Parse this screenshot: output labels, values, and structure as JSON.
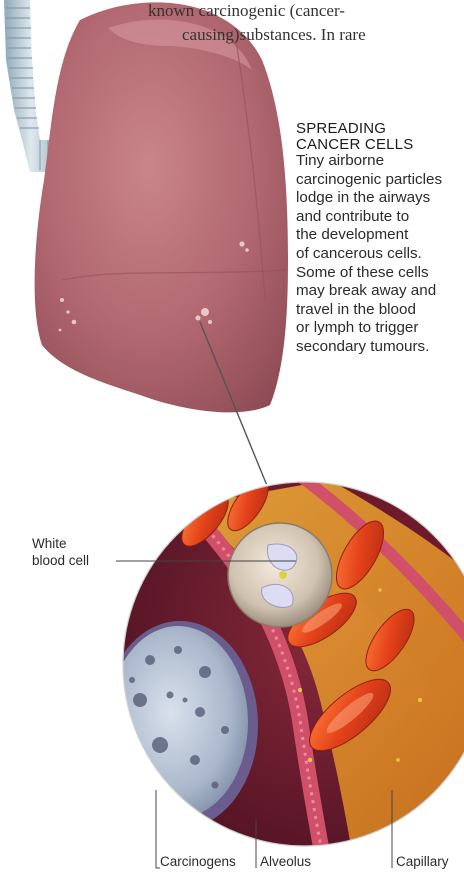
{
  "body_text": {
    "line1": "known carcinogenic (cancer-",
    "line2": "causing)substances. In rare"
  },
  "caption": {
    "title_line1": "SPREADING",
    "title_line2": "CANCER CELLS",
    "lines": [
      "Tiny airborne",
      "carcinogenic particles",
      "lodge in the airways",
      "and contribute to",
      "the development",
      "of cancerous cells.",
      "Some of these cells",
      "may break away and",
      "travel in the blood",
      "or lymph to trigger",
      "secondary tumours."
    ]
  },
  "labels": {
    "white_blood_cell_line1": "White",
    "white_blood_cell_line2": "blood cell",
    "carcinogens": "Carcinogens",
    "alveolus": "Alveolus",
    "capillary": "Capillary"
  },
  "colors": {
    "lung": "#b86a72",
    "capillary_wall": "#cc3a55",
    "red_blood_cell": "#e54a1e",
    "alveolus_cell": "#b5c2d6",
    "background_tissue": "#5a1626"
  },
  "icons": {
    "lung": "lung-illustration",
    "magnified_view": "cell-closeup-illustration"
  }
}
